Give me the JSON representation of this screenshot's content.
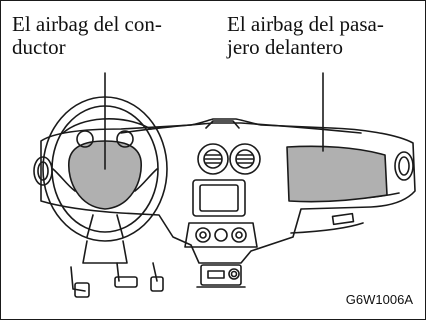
{
  "figure": {
    "driver_label_line1": "El airbag del con-",
    "driver_label_line2": "ductor",
    "passenger_label_line1": "El airbag del pasa-",
    "passenger_label_line2": "jero delantero",
    "code": "G6W1006A"
  },
  "colors": {
    "line": "#1a1a1a",
    "airbag_fill": "#b0b0b0",
    "background": "#ffffff"
  }
}
